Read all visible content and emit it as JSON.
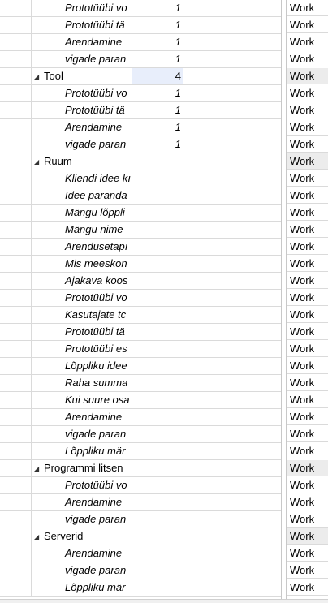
{
  "rows": [
    {
      "kind": "task",
      "name": "Prototüübi vo",
      "value": "1"
    },
    {
      "kind": "task",
      "name": "Prototüübi tä",
      "value": "1"
    },
    {
      "kind": "task",
      "name": "Arendamine",
      "value": "1"
    },
    {
      "kind": "task",
      "name": "vigade paran",
      "value": "1"
    },
    {
      "kind": "group",
      "name": "Tool",
      "value": "4",
      "selected": true
    },
    {
      "kind": "task",
      "name": "Prototüübi vo",
      "value": "1"
    },
    {
      "kind": "task",
      "name": "Prototüübi tä",
      "value": "1"
    },
    {
      "kind": "task",
      "name": "Arendamine",
      "value": "1"
    },
    {
      "kind": "task",
      "name": "vigade paran",
      "value": "1"
    },
    {
      "kind": "group",
      "name": "Ruum",
      "value": ""
    },
    {
      "kind": "task",
      "name": "Kliendi idee kı",
      "value": ""
    },
    {
      "kind": "task",
      "name": "Idee paranda",
      "value": ""
    },
    {
      "kind": "task",
      "name": "Mängu lõppli",
      "value": ""
    },
    {
      "kind": "task",
      "name": "Mängu nime",
      "value": ""
    },
    {
      "kind": "task",
      "name": "Arendusetapı",
      "value": ""
    },
    {
      "kind": "task",
      "name": "Mis meeskon",
      "value": ""
    },
    {
      "kind": "task",
      "name": "Ajakava koos",
      "value": ""
    },
    {
      "kind": "task",
      "name": "Prototüübi vo",
      "value": ""
    },
    {
      "kind": "task",
      "name": "Kasutajate tc",
      "value": ""
    },
    {
      "kind": "task",
      "name": "Prototüübi tä",
      "value": ""
    },
    {
      "kind": "task",
      "name": "Prototüübi es",
      "value": ""
    },
    {
      "kind": "task",
      "name": "Lõppliku idee",
      "value": ""
    },
    {
      "kind": "task",
      "name": "Raha summa",
      "value": ""
    },
    {
      "kind": "task",
      "name": "Kui suure osa",
      "value": ""
    },
    {
      "kind": "task",
      "name": "Arendamine",
      "value": ""
    },
    {
      "kind": "task",
      "name": "vigade paran",
      "value": ""
    },
    {
      "kind": "task",
      "name": "Lõppliku mär",
      "value": ""
    },
    {
      "kind": "group",
      "name": "Programmi litsen",
      "value": ""
    },
    {
      "kind": "task",
      "name": "Prototüübi vo",
      "value": ""
    },
    {
      "kind": "task",
      "name": "Arendamine",
      "value": ""
    },
    {
      "kind": "task",
      "name": "vigade paran",
      "value": ""
    },
    {
      "kind": "group",
      "name": "Serverid",
      "value": ""
    },
    {
      "kind": "task",
      "name": "Arendamine",
      "value": ""
    },
    {
      "kind": "task",
      "name": "vigade paran",
      "value": ""
    },
    {
      "kind": "task",
      "name": "Lõppliku mär",
      "value": ""
    }
  ],
  "right_label": "Work",
  "collapse_icon": "collapse-triangle-icon"
}
